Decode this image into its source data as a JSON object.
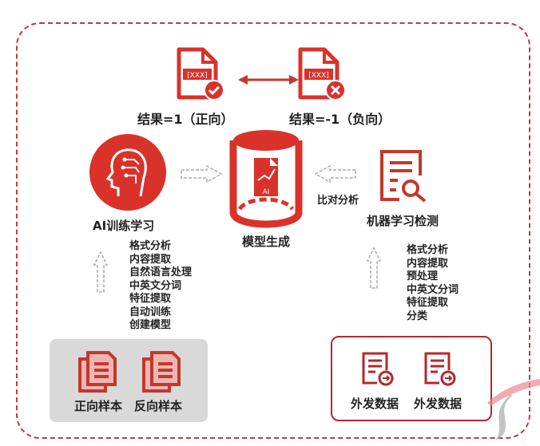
{
  "colors": {
    "accent": "#d9322b",
    "dark_red": "#b3282d",
    "gray_box": "#d9d9d9",
    "arrow_gray": "#aaaaaa"
  },
  "results": {
    "positive": "结果=1（正向）",
    "negative": "结果=-1（负向）",
    "file_tag": "[XXX]"
  },
  "training": {
    "title": "AI训练学习",
    "steps": [
      "格式分析",
      "内容提取",
      "自然语言处理",
      "中英文分词",
      "特征提取",
      "自动训练",
      "创建模型"
    ]
  },
  "model": {
    "title": "模型生成",
    "tag": "AI"
  },
  "compare_label": "比对分析",
  "detection": {
    "title": "机器学习检测",
    "steps": [
      "格式分析",
      "内容提取",
      "预处理",
      "中英文分词",
      "特征提取",
      "分类"
    ]
  },
  "samples": {
    "items": [
      "正向样本",
      "反向样本"
    ]
  },
  "outgoing": {
    "items": [
      "外发数据",
      "外发数据"
    ]
  }
}
